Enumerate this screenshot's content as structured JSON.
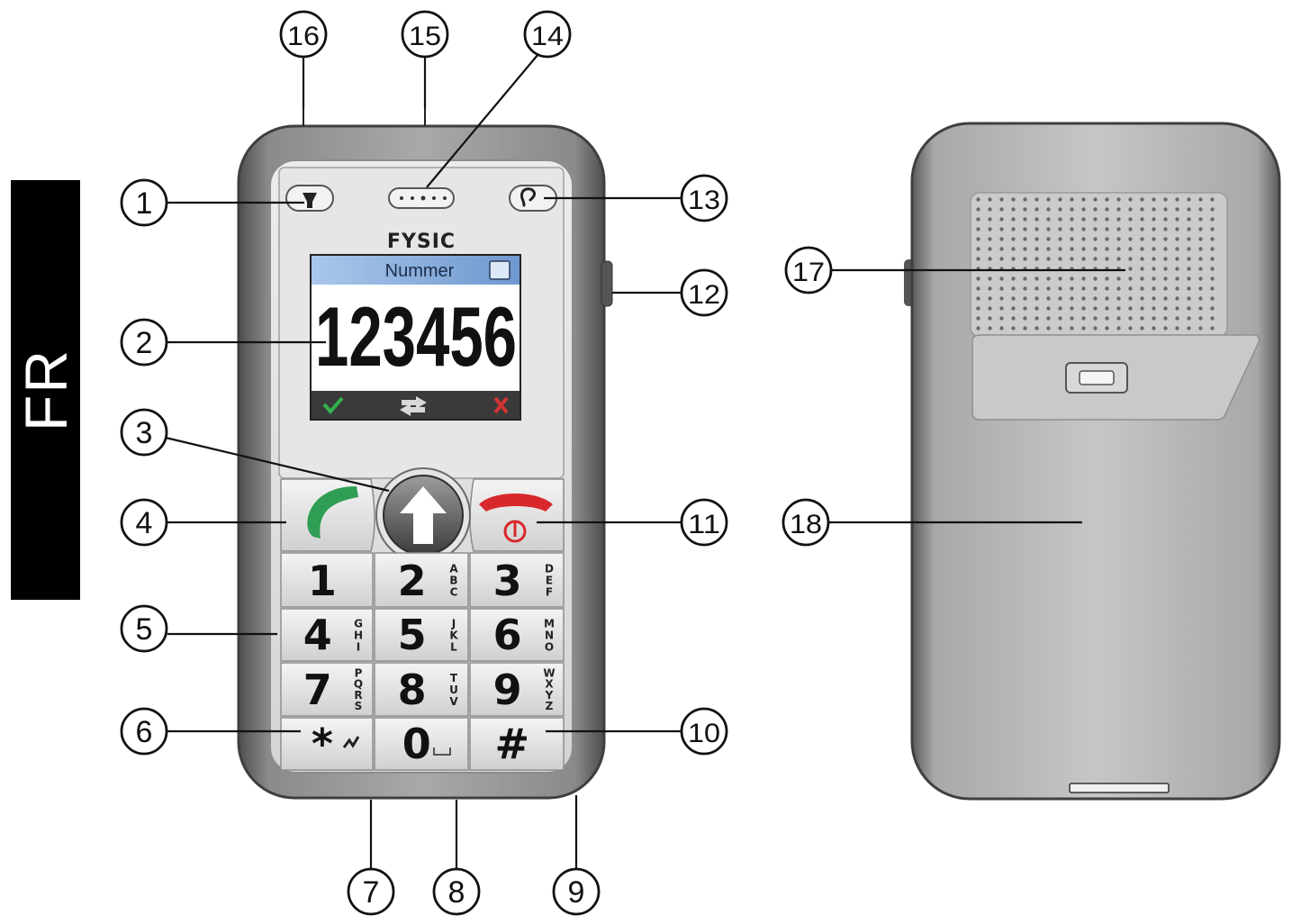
{
  "language_tab": "FR",
  "brand": "FYSIC",
  "screen": {
    "title": "Nummer",
    "number": "123456"
  },
  "keys": [
    {
      "digit": "1",
      "letters": ""
    },
    {
      "digit": "2",
      "letters": "ABC"
    },
    {
      "digit": "3",
      "letters": "DEF"
    },
    {
      "digit": "4",
      "letters": "GHI"
    },
    {
      "digit": "5",
      "letters": "JKL"
    },
    {
      "digit": "6",
      "letters": "MNO"
    },
    {
      "digit": "7",
      "letters": "PQRS"
    },
    {
      "digit": "8",
      "letters": "TUV"
    },
    {
      "digit": "9",
      "letters": "WXYZ"
    },
    {
      "digit": "*",
      "letters": ""
    },
    {
      "digit": "0",
      "letters": ""
    },
    {
      "digit": "#",
      "letters": ""
    }
  ],
  "callouts": [
    "1",
    "2",
    "3",
    "4",
    "5",
    "6",
    "7",
    "8",
    "9",
    "10",
    "11",
    "12",
    "13",
    "14",
    "15",
    "16",
    "17",
    "18"
  ],
  "colors": {
    "body_outer": "#5f5f5f",
    "body_inner": "#bdbdbd",
    "face": "#dcdcdc",
    "screen_header": "#8fb2dc",
    "softkey_bar": "#3a3a3a",
    "call_green": "#2f9e54",
    "end_red": "#d8282c",
    "back_cover": "#c2c2c2"
  }
}
